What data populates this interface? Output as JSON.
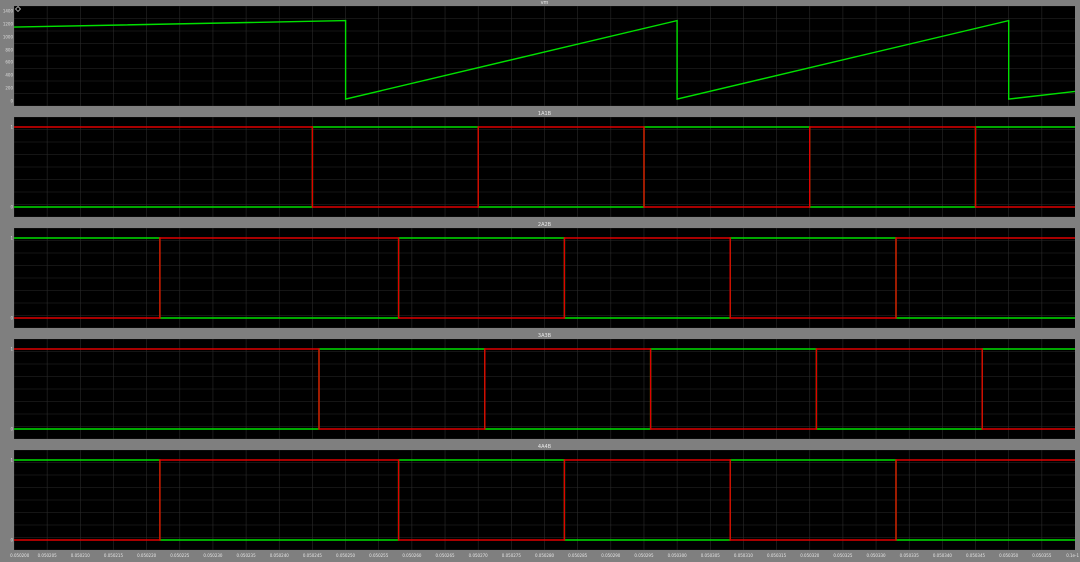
{
  "chart_data": [
    {
      "type": "line",
      "title": "vm",
      "ylim": [
        0,
        1400
      ],
      "yticks": [
        0,
        200,
        400,
        600,
        800,
        1000,
        1200,
        1400
      ],
      "grid": true,
      "series": [
        {
          "color": "#00e000",
          "x": [
            0.0502,
            0.05025,
            0.05025,
            0.0503,
            0.0503,
            0.05035,
            0.05035,
            0.05036
          ],
          "y": [
            1150,
            1250,
            30,
            1250,
            30,
            1250,
            30,
            150
          ]
        }
      ]
    },
    {
      "type": "line",
      "title": "1A1B",
      "ylim": [
        0,
        1
      ],
      "yticks": [
        0,
        1
      ],
      "grid": true,
      "series": [
        {
          "color": "#00e000",
          "x": [
            0.0502,
            0.050245,
            0.050245,
            0.05027,
            0.05027,
            0.050295,
            0.050295,
            0.05032,
            0.05032,
            0.050345,
            0.050345,
            0.05036
          ],
          "y": [
            0,
            0,
            1,
            1,
            0,
            0,
            1,
            1,
            0,
            0,
            1,
            1
          ]
        },
        {
          "color": "#e00000",
          "x": [
            0.0502,
            0.050245,
            0.050245,
            0.05027,
            0.05027,
            0.050295,
            0.050295,
            0.05032,
            0.05032,
            0.050345,
            0.050345,
            0.05036
          ],
          "y": [
            1,
            1,
            0,
            0,
            1,
            1,
            0,
            0,
            1,
            1,
            0,
            0
          ]
        }
      ]
    },
    {
      "type": "line",
      "title": "2A2B",
      "ylim": [
        0,
        1
      ],
      "yticks": [
        0,
        1
      ],
      "grid": true,
      "series": [
        {
          "color": "#00e000",
          "x": [
            0.0502,
            0.050222,
            0.050222,
            0.050258,
            0.050258,
            0.050283,
            0.050283,
            0.050308,
            0.050308,
            0.050333,
            0.050333,
            0.05036
          ],
          "y": [
            1,
            1,
            0,
            0,
            1,
            1,
            0,
            0,
            1,
            1,
            0,
            0
          ]
        },
        {
          "color": "#e00000",
          "x": [
            0.0502,
            0.050222,
            0.050222,
            0.050258,
            0.050258,
            0.050283,
            0.050283,
            0.050308,
            0.050308,
            0.050333,
            0.050333,
            0.05036
          ],
          "y": [
            0,
            0,
            1,
            1,
            0,
            0,
            1,
            1,
            0,
            0,
            1,
            1
          ]
        }
      ]
    },
    {
      "type": "line",
      "title": "3A3B",
      "ylim": [
        0,
        1
      ],
      "yticks": [
        0,
        1
      ],
      "grid": true,
      "series": [
        {
          "color": "#00e000",
          "x": [
            0.0502,
            0.050246,
            0.050246,
            0.050271,
            0.050271,
            0.050296,
            0.050296,
            0.050321,
            0.050321,
            0.050346,
            0.050346,
            0.05036
          ],
          "y": [
            0,
            0,
            1,
            1,
            0,
            0,
            1,
            1,
            0,
            0,
            1,
            1
          ]
        },
        {
          "color": "#e00000",
          "x": [
            0.0502,
            0.050246,
            0.050246,
            0.050271,
            0.050271,
            0.050296,
            0.050296,
            0.050321,
            0.050321,
            0.050346,
            0.050346,
            0.05036
          ],
          "y": [
            1,
            1,
            0,
            0,
            1,
            1,
            0,
            0,
            1,
            1,
            0,
            0
          ]
        }
      ]
    },
    {
      "type": "line",
      "title": "4A4B",
      "ylim": [
        0,
        1
      ],
      "yticks": [
        0,
        1
      ],
      "grid": true,
      "series": [
        {
          "color": "#00e000",
          "x": [
            0.0502,
            0.050222,
            0.050222,
            0.050258,
            0.050258,
            0.050283,
            0.050283,
            0.050308,
            0.050308,
            0.050333,
            0.050333,
            0.05036
          ],
          "y": [
            1,
            1,
            0,
            0,
            1,
            1,
            0,
            0,
            1,
            1,
            0,
            0
          ]
        },
        {
          "color": "#e00000",
          "x": [
            0.0502,
            0.050222,
            0.050222,
            0.050258,
            0.050258,
            0.050283,
            0.050283,
            0.050308,
            0.050308,
            0.050333,
            0.050333,
            0.05036
          ],
          "y": [
            0,
            0,
            1,
            1,
            0,
            0,
            1,
            1,
            0,
            0,
            1,
            1
          ]
        }
      ]
    }
  ],
  "xaxis": {
    "xlim": [
      0.0502,
      0.05036
    ],
    "ticks": [
      0.0502,
      0.050205,
      0.05021,
      0.050215,
      0.05022,
      0.050225,
      0.05023,
      0.050235,
      0.05024,
      0.050245,
      0.05025,
      0.050255,
      0.05026,
      0.050265,
      0.05027,
      0.050275,
      0.05028,
      0.050285,
      0.05029,
      0.050295,
      0.0503,
      0.050305,
      0.05031,
      0.050315,
      0.05032,
      0.050325,
      0.05033,
      0.050335,
      0.05034,
      0.050345,
      0.05035,
      0.050355
    ],
    "tick_labels": [
      "0.050200",
      "0.050205",
      "0.050210",
      "0.050215",
      "0.050220",
      "0.050225",
      "0.050230",
      "0.050235",
      "0.050240",
      "0.050245",
      "0.050250",
      "0.050255",
      "0.050260",
      "0.050265",
      "0.050270",
      "0.050275",
      "0.050280",
      "0.050285",
      "0.050290",
      "0.050295",
      "0.050300",
      "0.050305",
      "0.050310",
      "0.050315",
      "0.050320",
      "0.050325",
      "0.050330",
      "0.050335",
      "0.050340",
      "0.050345",
      "0.050350",
      "0.050355"
    ],
    "end_label": "0.1e-1"
  }
}
